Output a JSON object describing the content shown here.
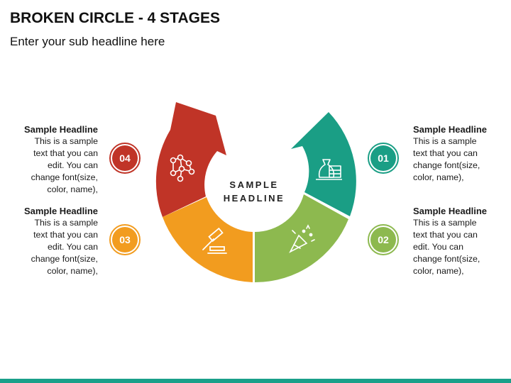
{
  "title": "BROKEN CIRCLE - 4 STAGES",
  "subtitle": "Enter your sub headline here",
  "center": {
    "line1": "SAMPLE",
    "line2": "HEADLINE"
  },
  "stages": [
    {
      "id": "01",
      "color": "#1a9e85",
      "icon": "money-bag-icon",
      "heading": "Sample Headline",
      "lines": [
        "This is a sample",
        "text that you can",
        "change font(size,",
        "color, name),"
      ]
    },
    {
      "id": "02",
      "color": "#8db94f",
      "icon": "party-popper-icon",
      "heading": "Sample Headline",
      "lines": [
        "This is a sample",
        "text that you can",
        "edit. You can",
        "change font(size,",
        "color, name),"
      ]
    },
    {
      "id": "03",
      "color": "#f29c1f",
      "icon": "gavel-icon",
      "heading": "Sample Headline",
      "lines": [
        "This is a sample",
        "text that you can",
        "edit. You can",
        "change font(size,",
        "color, name),"
      ]
    },
    {
      "id": "04",
      "color": "#c03427",
      "icon": "network-icon",
      "heading": "Sample Headline",
      "lines": [
        "This is a sample",
        "text that you can",
        "edit. You can",
        "change font(size,",
        "color, name),"
      ]
    }
  ]
}
